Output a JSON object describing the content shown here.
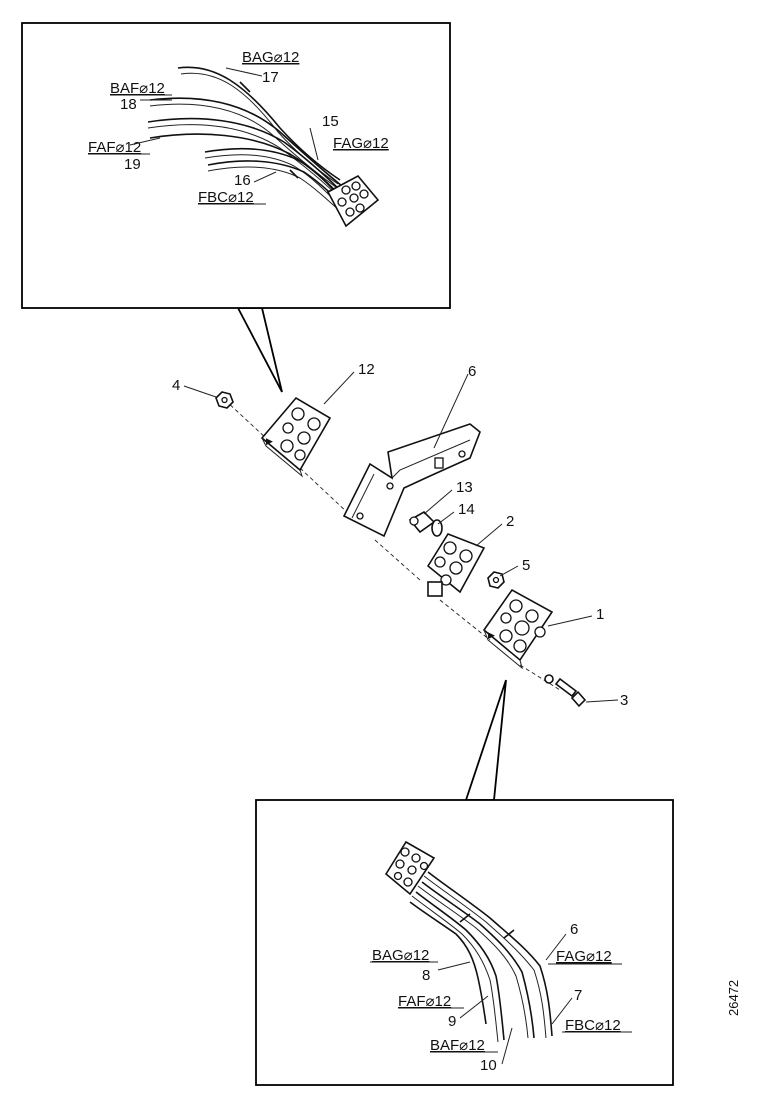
{
  "diagram": {
    "reference_number": "26472",
    "top_inset": {
      "labels": {
        "bag": "BAG⌀12",
        "n17": "17",
        "baf": "BAF⌀12",
        "n18": "18",
        "n15": "15",
        "fag": "FAG⌀12",
        "faf": "FAF⌀12",
        "n19": "19",
        "n16": "16",
        "fbc": "FBC⌀12"
      }
    },
    "main": {
      "labels": {
        "p4": "4",
        "p12": "12",
        "p6": "6",
        "p13": "13",
        "p14": "14",
        "p2": "2",
        "p5": "5",
        "p1": "1",
        "p3": "3"
      }
    },
    "bottom_inset": {
      "labels": {
        "n6": "6",
        "fag": "FAG⌀12",
        "bag": "BAG⌀12",
        "n8": "8",
        "n7": "7",
        "faf": "FAF⌀12",
        "n9": "9",
        "fbc": "FBC⌀12",
        "baf": "BAF⌀12",
        "n10": "10"
      }
    }
  }
}
